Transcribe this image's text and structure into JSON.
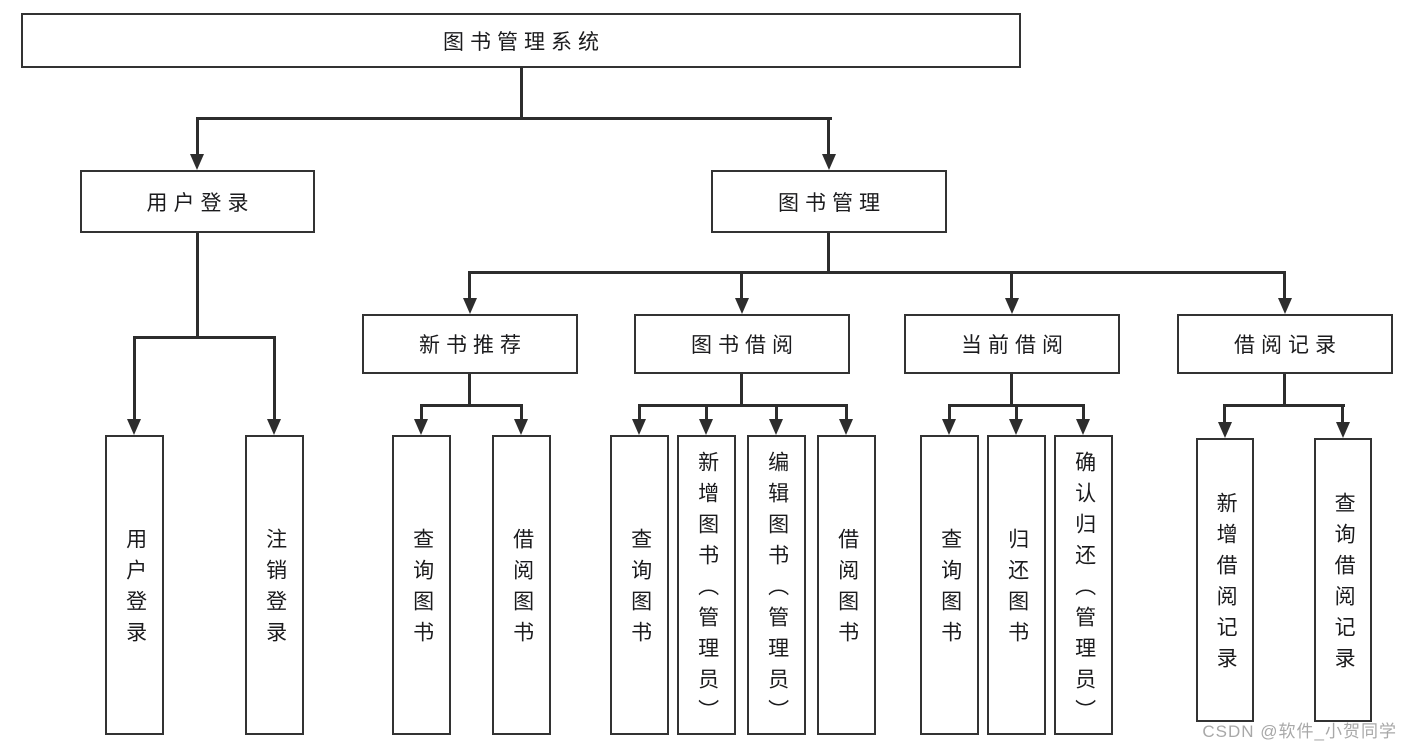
{
  "tree": {
    "root": {
      "label": "图书管理系统"
    },
    "branches": [
      {
        "label": "用户登录",
        "children": [
          {
            "label": "用户登录"
          },
          {
            "label": "注销登录"
          }
        ]
      },
      {
        "label": "图书管理",
        "groups": [
          {
            "label": "新书推荐",
            "children": [
              {
                "label": "查询图书"
              },
              {
                "label": "借阅图书"
              }
            ]
          },
          {
            "label": "图书借阅",
            "children": [
              {
                "label": "查询图书"
              },
              {
                "label": "新增图书（管理员）"
              },
              {
                "label": "编辑图书（管理员）"
              },
              {
                "label": "借阅图书"
              }
            ]
          },
          {
            "label": "当前借阅",
            "children": [
              {
                "label": "查询图书"
              },
              {
                "label": "归还图书"
              },
              {
                "label": "确认归还（管理员）"
              }
            ]
          },
          {
            "label": "借阅记录",
            "children": [
              {
                "label": "新增借阅记录"
              },
              {
                "label": "查询借阅记录"
              }
            ]
          }
        ]
      }
    ]
  },
  "watermark": "CSDN @软件_小贺同学",
  "colors": {
    "line": "#2d2d2d",
    "box_border": "#333333",
    "text": "#1b1b1d",
    "watermark": "#a8a8a8",
    "background": "#ffffff"
  }
}
